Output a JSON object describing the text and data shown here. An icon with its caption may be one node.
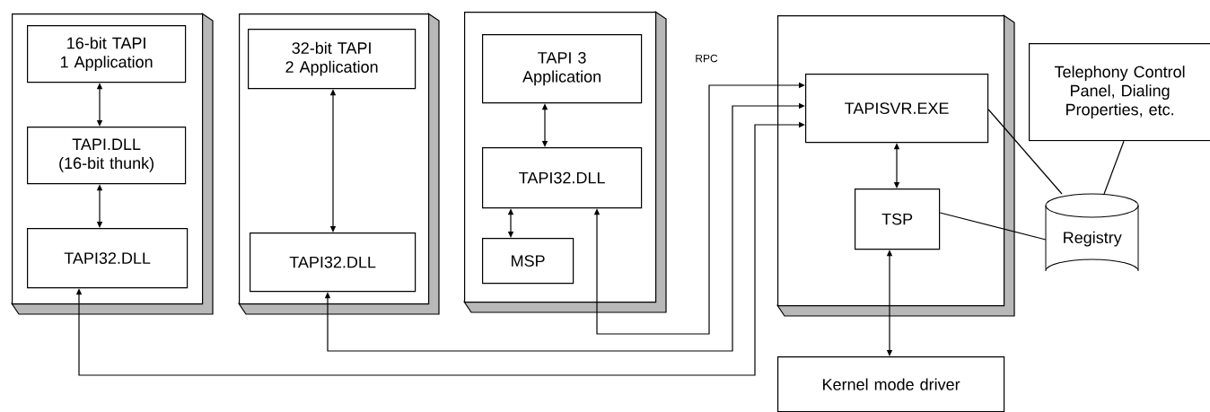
{
  "diagram": {
    "nodes": [
      {
        "text": [],
        "shape": "box"
      },
      {
        "text": [
          "16-bit TAPI 1 Application"
        ],
        "in": 0
      },
      {
        "text": [
          "TAPI.DLL (16-bit thunk)"
        ],
        "in": 0
      },
      {
        "text": [
          "TAPI32.DLL"
        ],
        "in": 0
      },
      {
        "text": [],
        "shape": "box"
      },
      {
        "text": [
          "32-bit TAPI 2 Application"
        ],
        "in": 4
      },
      {
        "text": [
          "TAPI32.DLL"
        ],
        "in": 4
      },
      {
        "text": [],
        "shape": "box"
      },
      {
        "text": [
          "TAPI 3 Application"
        ],
        "in": 7
      },
      {
        "text": [
          "TAPI32.DLL"
        ],
        "in": 7
      },
      {
        "text": [
          "MSP"
        ],
        "in": 7
      },
      {
        "text": [],
        "shape": "box"
      },
      {
        "text": [
          "TAPISVR.EXE"
        ],
        "in": 11
      },
      {
        "text": [
          "TSP"
        ],
        "in": 11
      },
      {
        "text": [
          "Telephony Control Panel, Dialing Properties, etc."
        ]
      },
      {
        "text": [
          "Registry"
        ]
      },
      {
        "text": [
          "Kernel mode driver"
        ]
      }
    ],
    "edges": [
      {
        "from": 1,
        "to": 2,
        "arrow": "both"
      },
      {
        "from": 2,
        "to": 3,
        "arrow": "both"
      },
      {
        "from": 5,
        "to": 6,
        "arrow": "both"
      },
      {
        "from": 8,
        "to": 9,
        "arrow": "both"
      },
      {
        "from": 9,
        "to": 10,
        "arrow": "both"
      },
      {
        "from": 3,
        "to": 12,
        "arrow": "both"
      },
      {
        "from": 6,
        "to": 12,
        "arrow": "both"
      },
      {
        "from": 9,
        "to": 12,
        "arrow": "both"
      },
      {
        "from": 12,
        "to": 13,
        "arrow": "both"
      },
      {
        "from": 13,
        "to": 16,
        "arrow": "both"
      },
      {
        "from": 12,
        "to": 15,
        "arrow": "none"
      },
      {
        "from": 13,
        "to": 15,
        "arrow": "none"
      },
      {
        "from": 14,
        "to": 15,
        "arrow": "none"
      }
    ],
    "labels": [
      "RPC"
    ]
  }
}
